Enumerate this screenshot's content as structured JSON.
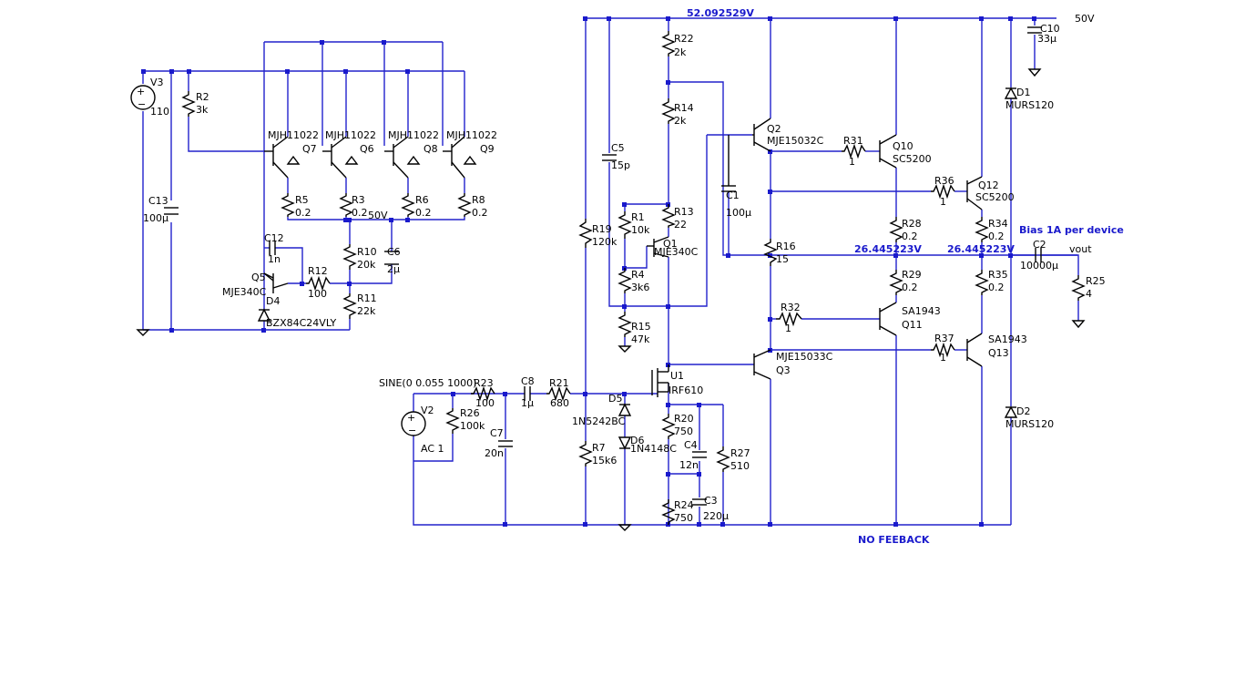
{
  "components": {
    "V3": {
      "ref": "V3",
      "value": "110"
    },
    "R2": {
      "ref": "R2",
      "value": "3k"
    },
    "C13": {
      "ref": "C13",
      "value": "100µ"
    },
    "Q7": {
      "ref": "Q7",
      "model": "MJH11022"
    },
    "Q6": {
      "ref": "Q6",
      "model": "MJH11022"
    },
    "Q8": {
      "ref": "Q8",
      "model": "MJH11022"
    },
    "Q9": {
      "ref": "Q9",
      "model": "MJH11022"
    },
    "R5": {
      "ref": "R5",
      "value": "0.2"
    },
    "R3": {
      "ref": "R3",
      "value": "0.2"
    },
    "R6": {
      "ref": "R6",
      "value": "0.2"
    },
    "R8": {
      "ref": "R8",
      "value": "0.2"
    },
    "C12": {
      "ref": "C12",
      "value": "1n"
    },
    "Q5": {
      "ref": "Q5",
      "model": "MJE340C"
    },
    "R12": {
      "ref": "R12",
      "value": "100"
    },
    "R10": {
      "ref": "R10",
      "value": "20k"
    },
    "C6": {
      "ref": "C6",
      "value": "2µ"
    },
    "R11": {
      "ref": "R11",
      "value": "22k"
    },
    "D4": {
      "ref": "D4",
      "model": "BZX84C24VLY"
    },
    "V2": {
      "ref": "V2",
      "spec": "SINE(0 0.055 1000)",
      "ac": "AC 1"
    },
    "R23": {
      "ref": "R23",
      "value": "100"
    },
    "R26": {
      "ref": "R26",
      "value": "100k"
    },
    "C8": {
      "ref": "C8",
      "value": "1µ"
    },
    "R21": {
      "ref": "R21",
      "value": "680"
    },
    "C7": {
      "ref": "C7",
      "value": "20n"
    },
    "C5": {
      "ref": "C5",
      "value": "15p"
    },
    "R19": {
      "ref": "R19",
      "value": "120k"
    },
    "R7": {
      "ref": "R7",
      "value": "15k6"
    },
    "D5": {
      "ref": "D5",
      "model": "1N5242BC"
    },
    "D6": {
      "ref": "D6",
      "model": "1N4148C"
    },
    "U1": {
      "ref": "U1",
      "model": "IRF610"
    },
    "R22": {
      "ref": "R22",
      "value": "2k"
    },
    "R14": {
      "ref": "R14",
      "value": "2k"
    },
    "R13": {
      "ref": "R13",
      "value": "22"
    },
    "R1": {
      "ref": "R1",
      "value": "10k"
    },
    "Q1": {
      "ref": "Q1",
      "model": "MJE340C"
    },
    "R4": {
      "ref": "R4",
      "value": "3k6"
    },
    "R15": {
      "ref": "R15",
      "value": "47k"
    },
    "R20": {
      "ref": "R20",
      "value": "750"
    },
    "C4": {
      "ref": "C4",
      "value": "12n"
    },
    "R27": {
      "ref": "R27",
      "value": "510"
    },
    "R24": {
      "ref": "R24",
      "value": "750"
    },
    "C3": {
      "ref": "C3",
      "value": "220µ"
    },
    "C1": {
      "ref": "C1",
      "value": "100µ"
    },
    "Q2": {
      "ref": "Q2",
      "model": "MJE15032C"
    },
    "R16": {
      "ref": "R16",
      "value": "15"
    },
    "R32": {
      "ref": "R32",
      "value": "1"
    },
    "Q3": {
      "ref": "Q3",
      "model": "MJE15033C"
    },
    "R31": {
      "ref": "R31",
      "value": "1"
    },
    "Q10": {
      "ref": "Q10",
      "model": "SC5200"
    },
    "R28": {
      "ref": "R28",
      "value": "0.2"
    },
    "R29": {
      "ref": "R29",
      "value": "0.2"
    },
    "Q11": {
      "ref": "Q11",
      "model": "SA1943"
    },
    "R36": {
      "ref": "R36",
      "value": "1"
    },
    "Q12": {
      "ref": "Q12",
      "model": "SC5200"
    },
    "R34": {
      "ref": "R34",
      "value": "0.2"
    },
    "R35": {
      "ref": "R35",
      "value": "0.2"
    },
    "R37": {
      "ref": "R37",
      "value": "1"
    },
    "Q13": {
      "ref": "Q13",
      "model": "SA1943"
    },
    "C10": {
      "ref": "C10",
      "value": "33µ"
    },
    "D1": {
      "ref": "D1",
      "model": "MURS120"
    },
    "D2": {
      "ref": "D2",
      "model": "MURS120"
    },
    "C2": {
      "ref": "C2",
      "value": "10000µ"
    },
    "R25": {
      "ref": "R25",
      "value": "4"
    }
  },
  "nets": {
    "rail_voltage": "52.092529V",
    "supply_label": "50V",
    "mid_label": "50V",
    "out_voltage_a": "26.445223V",
    "out_voltage_b": "26.445223V",
    "vout": "vout"
  },
  "notes": {
    "bias": "Bias 1A per device",
    "feedback": "NO FEEBACK"
  },
  "colors": {
    "wire": "#2222cc",
    "component": "#000000",
    "net_text": "#1a1acc"
  }
}
